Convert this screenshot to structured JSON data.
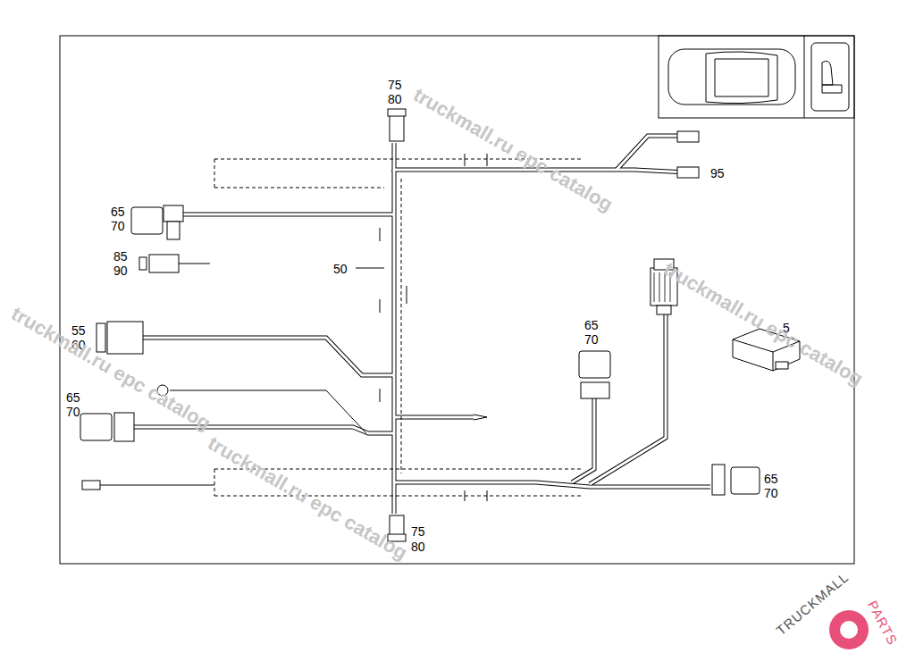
{
  "diagram": {
    "labels": [
      "75",
      "80",
      "65",
      "70",
      "85",
      "90",
      "50",
      "55",
      "60",
      "65",
      "70",
      "65",
      "70",
      "5",
      "65",
      "70",
      "75",
      "80",
      "95",
      "truckmall.ru epc catalog",
      "truckmall.ru epc catalog",
      "truckmall.ru epc catalog",
      "truckmall.ru epc catalog",
      "TRUCKMALL",
      "PARTS"
    ]
  }
}
